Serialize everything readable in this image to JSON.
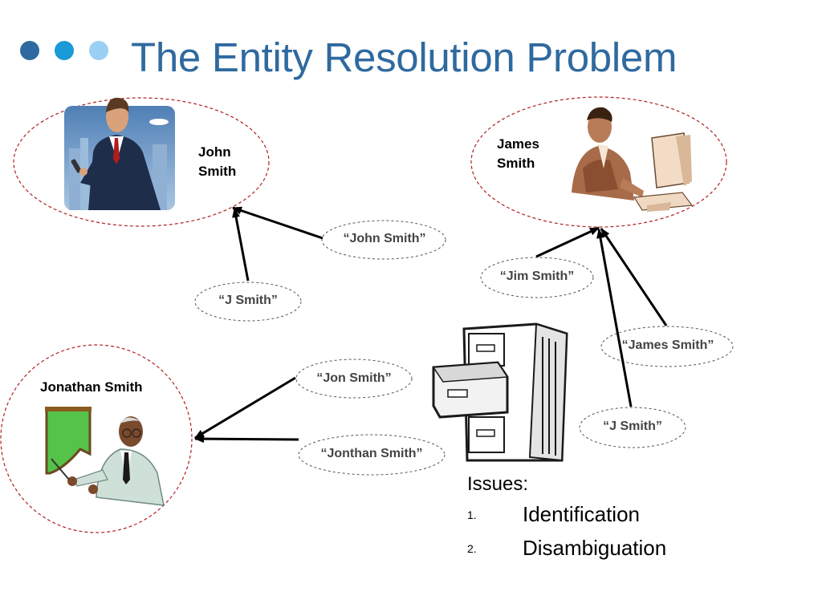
{
  "slide": {
    "title": "The Entity Resolution Problem",
    "bullet_colors": [
      "#2e6aa0",
      "#1a9ad6",
      "#9bd0f5"
    ]
  },
  "entities": {
    "john": {
      "name_line1": "John",
      "name_line2": "Smith",
      "icon": "businessman-phone-icon"
    },
    "james": {
      "name_line1": "James",
      "name_line2": "Smith",
      "icon": "man-at-computer-icon"
    },
    "jonathan": {
      "name": "Jonathan Smith",
      "icon": "presenter-at-board-icon"
    }
  },
  "aliases": {
    "john_smith": "“John Smith”",
    "j_smith_1": "“J Smith”",
    "jim_smith": "“Jim Smith”",
    "james_smith": "“James Smith”",
    "jon_smith": "“Jon Smith”",
    "jonthan_smith": "“Jonthan Smith”",
    "j_smith_2": "“J Smith”"
  },
  "database_icon": "filing-cabinet-icon",
  "issues": {
    "heading": "Issues:",
    "items": [
      {
        "num": "1.",
        "label": "Identification"
      },
      {
        "num": "2.",
        "label": "Disambiguation"
      }
    ]
  },
  "colors": {
    "title": "#2f6a9f",
    "entity_border": "#b02020",
    "alias_border": "#555555",
    "arrow": "#000000"
  }
}
